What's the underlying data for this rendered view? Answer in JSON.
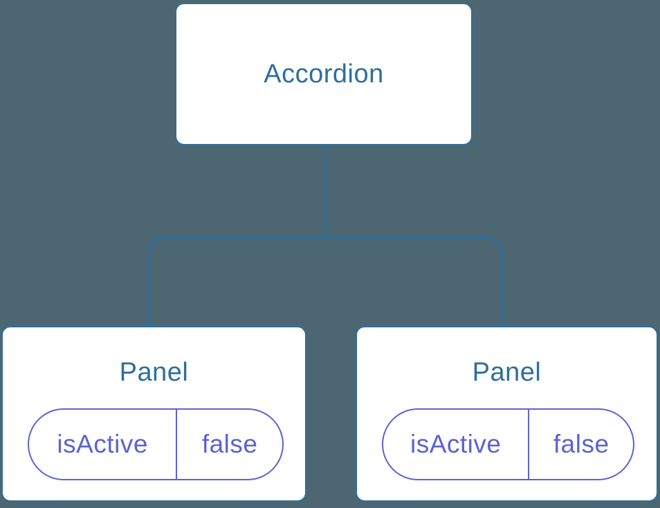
{
  "colors": {
    "background": "#4C6772",
    "node_fill": "#FFFFFF",
    "node_border": "#2E6E9E",
    "node_text": "#2E6E9E",
    "connector": "#2E6E9E",
    "pill_border": "#5B62D3",
    "pill_text": "#5B62D3"
  },
  "diagram": {
    "type": "component-tree",
    "root": {
      "label": "Accordion"
    },
    "children": [
      {
        "label": "Panel",
        "state": {
          "key": "isActive",
          "value": "false"
        }
      },
      {
        "label": "Panel",
        "state": {
          "key": "isActive",
          "value": "false"
        }
      }
    ]
  }
}
